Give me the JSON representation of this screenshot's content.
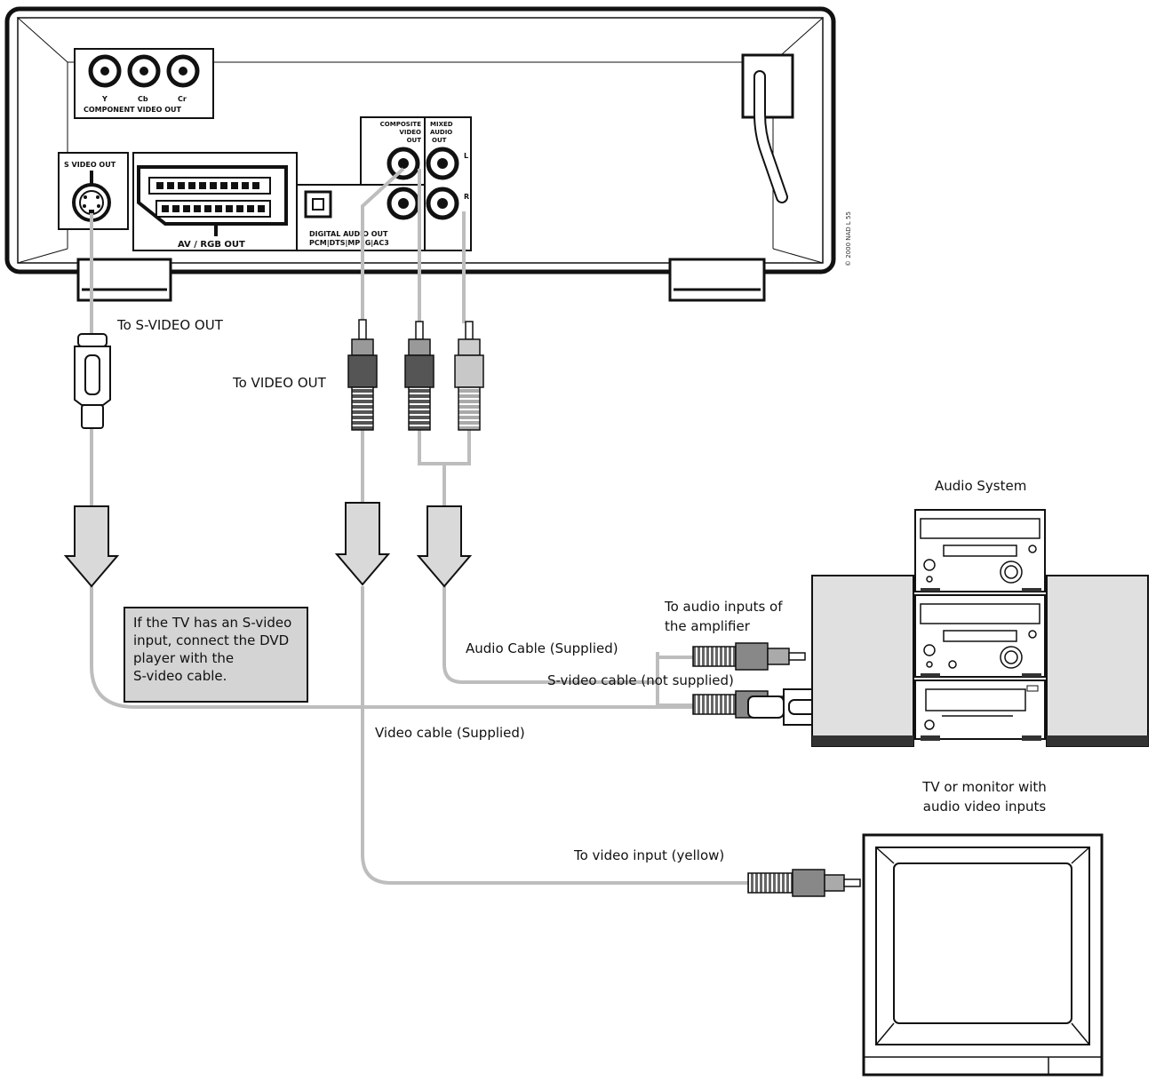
{
  "panel": {
    "component_jacks": [
      "Y",
      "Cb",
      "Cr"
    ],
    "component_title": "COMPONENT VIDEO OUT",
    "svideo_label": "S VIDEO OUT",
    "scart_label": "AV / RGB OUT",
    "composite_label": [
      "COMPOSITE",
      "VIDEO",
      "OUT"
    ],
    "mixed_label": [
      "MIXED",
      "AUDIO",
      "OUT"
    ],
    "left_mark": "L",
    "right_mark": "R",
    "digital_label": "DIGITAL AUDIO OUT",
    "digital_formats": "PCM|DTS|MPEG|AC3",
    "copyright": "© 2000 NAD L 55"
  },
  "labels": {
    "to_svideo_out": "To S-VIDEO OUT",
    "to_video_out": "To VIDEO OUT",
    "audio_system": "Audio System",
    "to_audio_inputs_line1": "To audio inputs of",
    "to_audio_inputs_line2": "the amplifier",
    "audio_cable": "Audio Cable (Supplied)",
    "video_cable": "Video cable (Supplied)",
    "tv_line1": "TV or monitor with",
    "tv_line2": "audio video inputs",
    "to_video_input": "To video input (yellow)",
    "svideo_cable": "S-video cable (not supplied)"
  },
  "note": {
    "lines": [
      "If the TV has an S-video",
      "input, connect the DVD",
      "player with the",
      "S-video cable."
    ]
  },
  "colors": {
    "line": "#111111",
    "cable": "#bdbdbd",
    "arrow_fill": "#d9d9d9",
    "note_fill": "#d4d4d4",
    "plug_dark": "#555555",
    "plug_light": "#c8c8c8"
  }
}
